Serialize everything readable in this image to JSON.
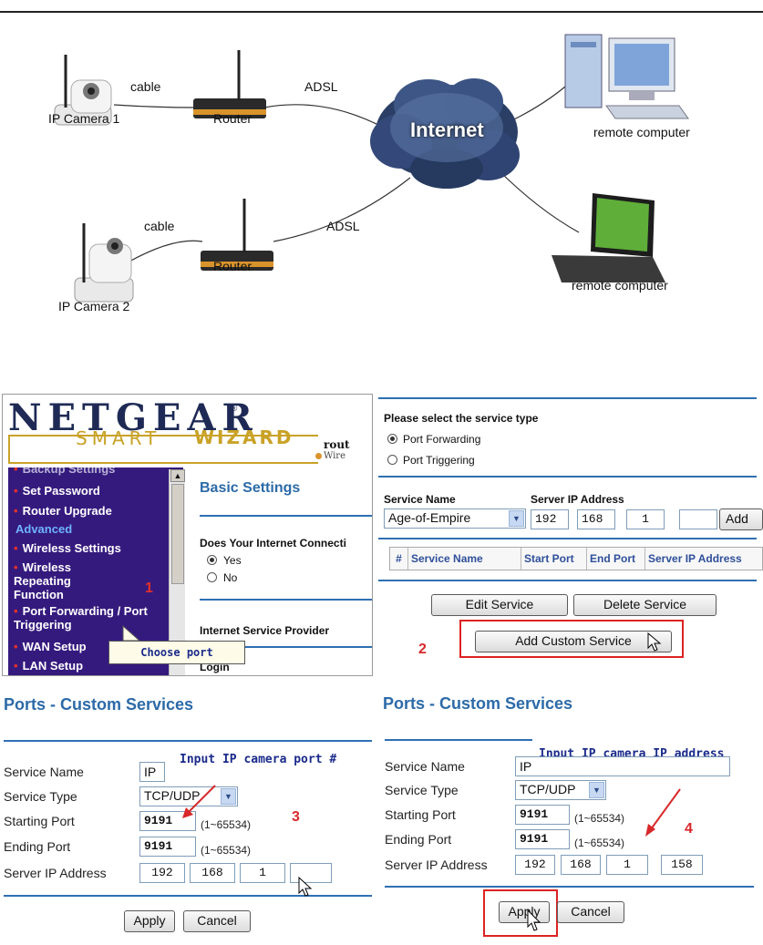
{
  "diagram": {
    "cam1_label": "IP Camera 1",
    "cam2_label": "IP Camera  2",
    "router1_label": "Router",
    "router2_label": "Router",
    "cable1_label": "cable",
    "cable2_label": "cable",
    "adsl1_label": "ADSL",
    "adsl2_label": "ADSL",
    "internet_label": "Internet",
    "remote1_label": "remote computer",
    "remote2_label": "remote computer"
  },
  "netgear": {
    "logo": "NETGEAR",
    "tm": "®",
    "smart": "SMART",
    "wizard": "WIZARD",
    "rout": "rout",
    "wire": "Wire",
    "menu": {
      "cut_item": "Backup Settings",
      "set_password": "Set Password",
      "router_upgrade": "Router Upgrade",
      "advanced": "Advanced",
      "wireless_settings": "Wireless Settings",
      "wireless_repeating": "Wireless Repeating Function",
      "port_forwarding": "Port Forwarding / Port Triggering",
      "wan_setup": "WAN Setup",
      "lan_setup": "LAN Setup"
    },
    "main": {
      "basic_settings": "Basic Settings",
      "question": "Does Your Internet Connecti",
      "yes": "Yes",
      "no": "No",
      "isp": "Internet Service Provider",
      "login": "Login"
    },
    "step_number": "1",
    "tooltip": "Choose port"
  },
  "service_type": {
    "heading": "Please select the service type",
    "opt_forwarding": "Port Forwarding",
    "opt_triggering": "Port Triggering",
    "service_name_label": "Service Name",
    "server_ip_label": "Server IP Address",
    "service_select": "Age-of-Empire",
    "ip": [
      "192",
      "168",
      "1",
      ""
    ],
    "add_button": "Add",
    "table_headers": [
      "#",
      "Service Name",
      "Start Port",
      "End Port",
      "Server IP Address"
    ],
    "edit_button": "Edit Service",
    "delete_button": "Delete Service",
    "add_custom_button": "Add Custom Service",
    "step_number": "2"
  },
  "custom_left": {
    "title": "Ports - Custom Services",
    "note": "Input IP camera port #",
    "service_name_label": "Service Name",
    "service_name_value": "IP",
    "service_type_label": "Service Type",
    "service_type_value": "TCP/UDP",
    "starting_port_label": "Starting Port",
    "starting_port_value": "9191",
    "ending_port_label": "Ending Port",
    "ending_port_value": "9191",
    "range": "(1~65534)",
    "server_ip_label": "Server IP Address",
    "ip": [
      "192",
      "168",
      "1",
      ""
    ],
    "apply": "Apply",
    "cancel": "Cancel",
    "step_number": "3"
  },
  "custom_right": {
    "title": "Ports - Custom Services",
    "note": "Input IP camera IP address",
    "service_name_label": "Service Name",
    "service_name_value": "IP",
    "service_type_label": "Service Type",
    "service_type_value": "TCP/UDP",
    "starting_port_label": "Starting Port",
    "starting_port_value": "9191",
    "ending_port_label": "Ending Port",
    "ending_port_value": "9191",
    "range": "(1~65534)",
    "server_ip_label": "Server IP Address",
    "ip": [
      "192",
      "168",
      "1",
      "158"
    ],
    "apply": "Apply",
    "cancel": "Cancel",
    "step_number": "4"
  },
  "colors": {
    "netgear_menu": "#351a7e",
    "accent_blue": "#2c6aa8",
    "annotation_red": "#d8282a",
    "tooltip_text": "#1a2a8a"
  }
}
